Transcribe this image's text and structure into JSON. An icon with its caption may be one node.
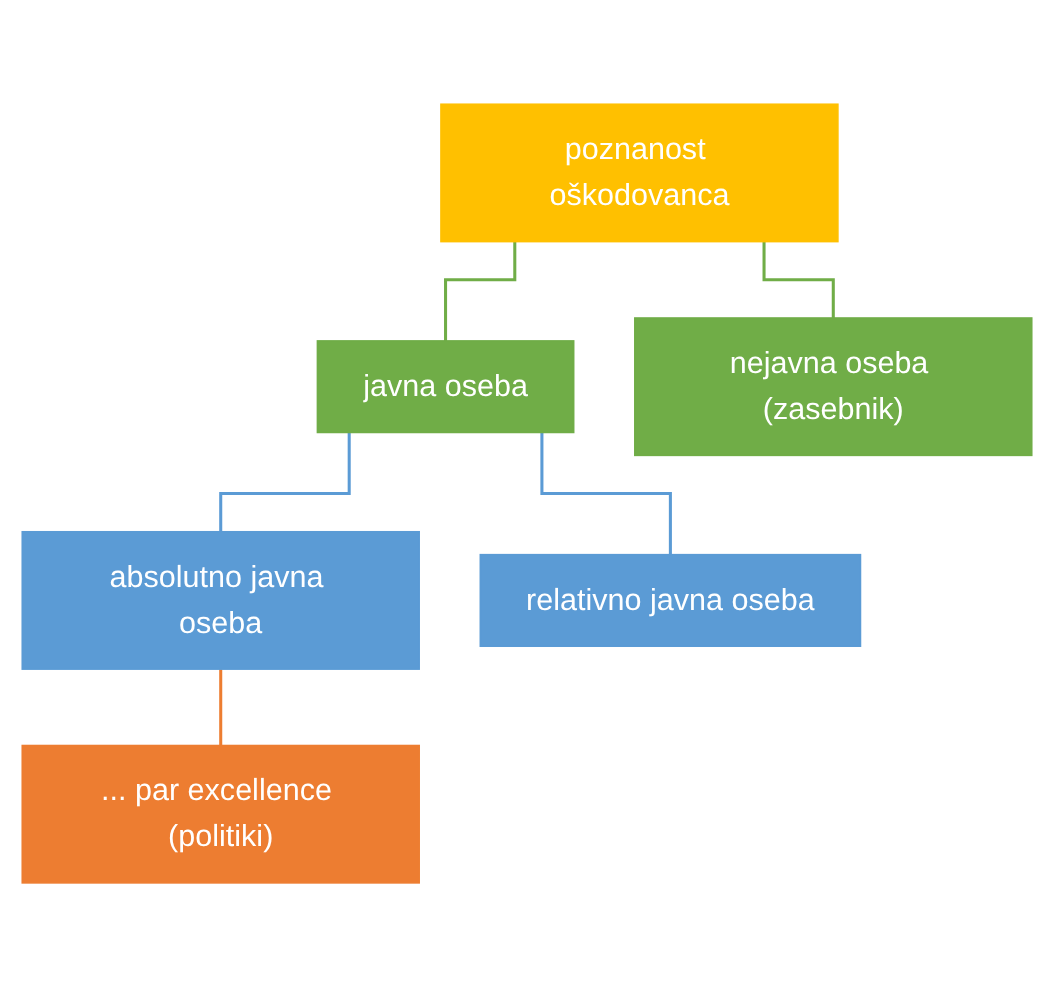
{
  "diagram": {
    "nodes": [
      {
        "text": [
          "poznanost oškodovanca"
        ]
      },
      {
        "text": [
          "javna oseba"
        ]
      },
      {
        "text": [
          "nejavna oseba (zasebnik)"
        ]
      },
      {
        "text": [
          "absolutno javna oseba"
        ]
      },
      {
        "text": [
          "relativno javna oseba"
        ]
      },
      {
        "text": [
          "... par excellence (politiki)"
        ]
      }
    ],
    "edges": [
      {
        "from": 0,
        "to": 1,
        "arrow": "none",
        "color": "#70ad47"
      },
      {
        "from": 0,
        "to": 2,
        "arrow": "none",
        "color": "#70ad47"
      },
      {
        "from": 1,
        "to": 3,
        "arrow": "none",
        "color": "#5b9bd5"
      },
      {
        "from": 1,
        "to": 4,
        "arrow": "none",
        "color": "#5b9bd5"
      },
      {
        "from": 3,
        "to": 5,
        "arrow": "none",
        "color": "#ed7d31"
      }
    ]
  }
}
